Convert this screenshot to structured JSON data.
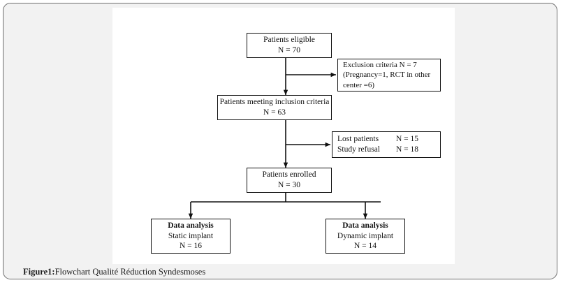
{
  "figure": {
    "caption_label": "Figure1:",
    "caption_text": " Flowchart Qualité Réduction Syndesmoses"
  },
  "colors": {
    "card_background": "#f2f2f2",
    "card_border": "#6e6e6e",
    "plate_background": "#ffffff",
    "box_border": "#111111",
    "connector": "#111111",
    "text": "#111111"
  },
  "flowchart": {
    "type": "consort-flow-diagram",
    "nodes": [
      {
        "id": "eligible",
        "lines": [
          "Patients eligible",
          "N = 70"
        ],
        "bold_first_line": false
      },
      {
        "id": "exclusion",
        "lines": [
          "Exclusion criteria N = 7",
          "(Pregnancy=1, RCT in other",
          "center =6)"
        ],
        "bold_first_line": false
      },
      {
        "id": "inclusion",
        "lines": [
          "Patients meeting inclusion criteria",
          "N = 63"
        ],
        "bold_first_line": false
      },
      {
        "id": "lost",
        "rows": [
          {
            "key": "Lost patients",
            "value": "N = 15"
          },
          {
            "key": "Study refusal",
            "value": "N = 18"
          }
        ]
      },
      {
        "id": "enrolled",
        "lines": [
          "Patients enrolled",
          "N = 30"
        ],
        "bold_first_line": false
      },
      {
        "id": "static",
        "lines": [
          "Data analysis",
          "Static implant",
          "N = 16"
        ],
        "bold_first_line": true
      },
      {
        "id": "dynamic",
        "lines": [
          "Data analysis",
          "Dynamic implant",
          "N = 14"
        ],
        "bold_first_line": true
      }
    ],
    "edges": [
      {
        "from": "eligible",
        "to": "exclusion",
        "kind": "branch-right"
      },
      {
        "from": "eligible",
        "to": "inclusion",
        "kind": "straight-down"
      },
      {
        "from": "inclusion",
        "to": "lost",
        "kind": "branch-right"
      },
      {
        "from": "inclusion",
        "to": "enrolled",
        "kind": "straight-down"
      },
      {
        "from": "enrolled",
        "to": "static",
        "kind": "split-left"
      },
      {
        "from": "enrolled",
        "to": "dynamic",
        "kind": "split-right"
      }
    ],
    "counts": {
      "eligible": 70,
      "excluded": 7,
      "excluded_pregnancy": 1,
      "excluded_rct_other_center": 6,
      "met_inclusion": 63,
      "lost_patients": 15,
      "study_refusal": 18,
      "enrolled": 30,
      "analysed_static_implant": 16,
      "analysed_dynamic_implant": 14
    }
  }
}
